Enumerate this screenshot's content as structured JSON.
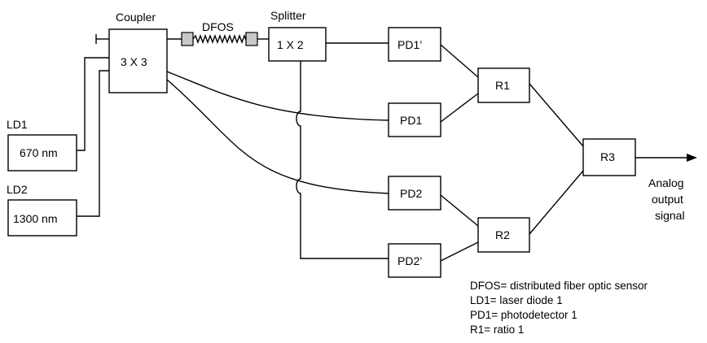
{
  "labels": {
    "coupler": "Coupler",
    "splitter": "Splitter",
    "dfos": "DFOS",
    "ld1": "LD1",
    "ld2": "LD2",
    "output": [
      "Analog",
      "output",
      "signal"
    ]
  },
  "boxes": {
    "coupler": "3 X 3",
    "splitter": "1 X 2",
    "ld1": "670 nm",
    "ld2": "1300 nm",
    "pd1p": "PD1’",
    "pd1": "PD1",
    "pd2": "PD2",
    "pd2p": "PD2’",
    "r1": "R1",
    "r2": "R2",
    "r3": "R3"
  },
  "legend": [
    "DFOS= distributed fiber optic sensor",
    "LD1= laser diode 1",
    "PD1= photodetector 1",
    "R1= ratio 1"
  ]
}
